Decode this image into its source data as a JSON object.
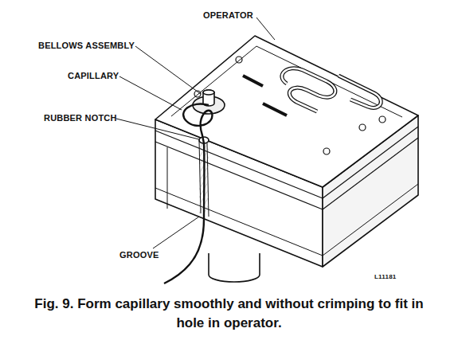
{
  "diagram": {
    "caption": "Fig. 9. Form capillary smoothly and without crimping to fit in hole in operator.",
    "labels": [
      "OPERATOR",
      "BELLOWS ASSEMBLY",
      "CAPILLARY",
      "RUBBER NOTCH",
      "GROOVE",
      "L11181"
    ]
  }
}
